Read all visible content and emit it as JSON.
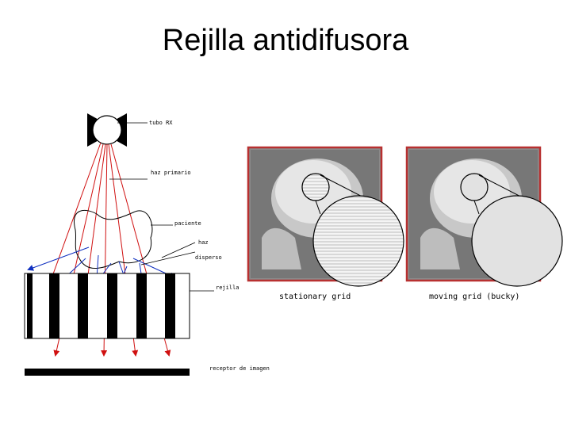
{
  "title": "Rejilla antidifusora",
  "diagram": {
    "labels": {
      "tube": "tubo RX",
      "primary_beam": "haz primario",
      "patient": "paciente",
      "scatter_1": "haz",
      "scatter_2": "disperso",
      "grid": "rejilla",
      "receptor": "receptor de imagen"
    },
    "colors": {
      "primary_ray": "#d01010",
      "scattered_ray": "#1030c0",
      "grid_strip": "#000000",
      "photo_border": "#b83030"
    }
  },
  "comparison": {
    "left_caption": "stationary grid",
    "right_caption": "moving grid (bucky)"
  }
}
